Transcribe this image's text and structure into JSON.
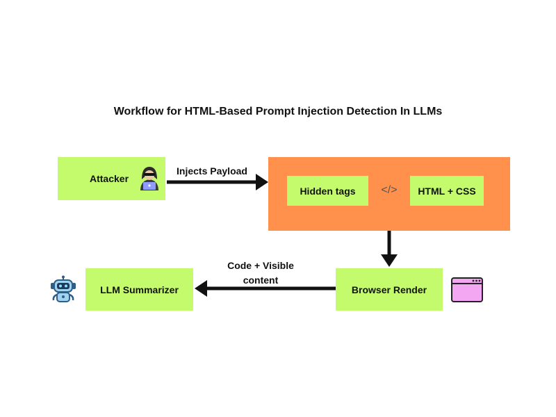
{
  "title": "Workflow for HTML-Based Prompt Injection Detection In LLMs",
  "colors": {
    "green": "#c4fb6d",
    "orange": "#ff914d",
    "arrow": "#111111",
    "browser_icon": "#f3a6f2"
  },
  "nodes": {
    "attacker": {
      "label": "Attacker",
      "icon": "hacker-icon"
    },
    "payload_container": {
      "hidden_tags": "Hidden tags",
      "code_symbol": "</>",
      "html_css": "HTML + CSS"
    },
    "browser_render": {
      "label": "Browser Render",
      "icon": "browser-window-icon"
    },
    "llm_summarizer": {
      "label": "LLM Summarizer",
      "icon": "robot-icon"
    }
  },
  "edges": {
    "injects": "Injects Payload",
    "code_visible_line1": "Code + Visible",
    "code_visible_line2": "content"
  }
}
